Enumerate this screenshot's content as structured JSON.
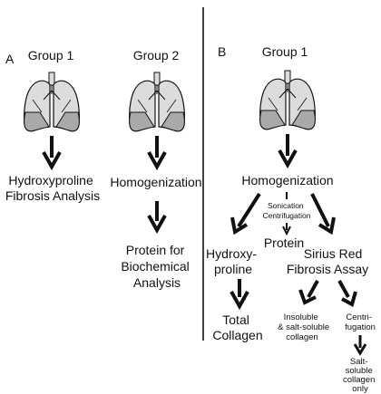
{
  "panel_a": {
    "letter": "A",
    "group1": {
      "title": "Group 1",
      "lung_icon": "lungs-icon",
      "result_line1": "Hydroxyproline",
      "result_line2": "Fibrosis Analysis"
    },
    "group2": {
      "title": "Group 2",
      "lung_icon": "lungs-icon",
      "step1": "Homogenization",
      "result_line1": "Protein for",
      "result_line2": "Biochemical",
      "result_line3": "Analysis"
    }
  },
  "panel_b": {
    "letter": "B",
    "group1": {
      "title": "Group 1",
      "lung_icon": "lungs-icon",
      "step1": "Homogenization",
      "sonication_line1": "Sonication",
      "sonication_line2": "Centrifugation",
      "protein": "Protein",
      "hydroxy_line1": "Hydroxy-",
      "hydroxy_line2": "proline",
      "total_line1": "Total",
      "total_line2": "Collagen",
      "sirius_line1": "Sirius Red",
      "sirius_line2": "Fibrosis Assay",
      "insoluble_line1": "Insoluble",
      "insoluble_line2": "& salt-soluble",
      "insoluble_line3": "collagen",
      "centri_line1": "Centri-",
      "centri_line2": "fugation",
      "salt_line1": "Salt-",
      "salt_line2": "soluble",
      "salt_line3": "collagen",
      "salt_line4": "only"
    }
  },
  "colors": {
    "lung_fill": "#dcdcdc",
    "lung_shade": "#a9a9a9",
    "stroke": "#111111"
  }
}
